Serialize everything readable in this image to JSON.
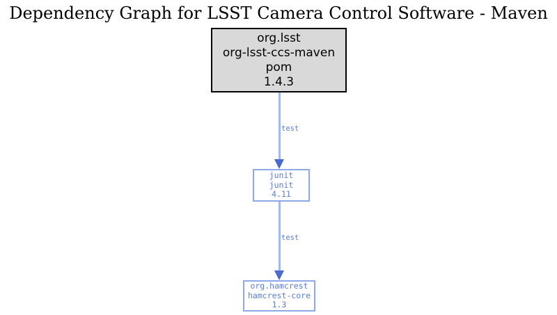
{
  "title": "Dependency Graph for LSST Camera Control Software - Maven",
  "nodes": [
    {
      "id": "org-lsst-ccs-maven",
      "lines": [
        "org.lsst",
        "org-lsst-ccs-maven",
        "pom",
        "1.4.3"
      ]
    },
    {
      "id": "junit",
      "lines": [
        "junit",
        "junit",
        "4.11"
      ]
    },
    {
      "id": "hamcrest-core",
      "lines": [
        "org.hamcrest",
        "hamcrest-core",
        "1.3"
      ]
    }
  ],
  "edges": [
    {
      "from": "org-lsst-ccs-maven",
      "to": "junit",
      "label": "test"
    },
    {
      "from": "junit",
      "to": "hamcrest-core",
      "label": "test"
    }
  ],
  "colors": {
    "root_fill": "#d9d9d9",
    "root_border": "#000000",
    "dep_border": "#8fa8e8",
    "dep_text": "#5d7dd5",
    "edge_line": "#a3b8ee",
    "arrowhead": "#4c69cf"
  }
}
